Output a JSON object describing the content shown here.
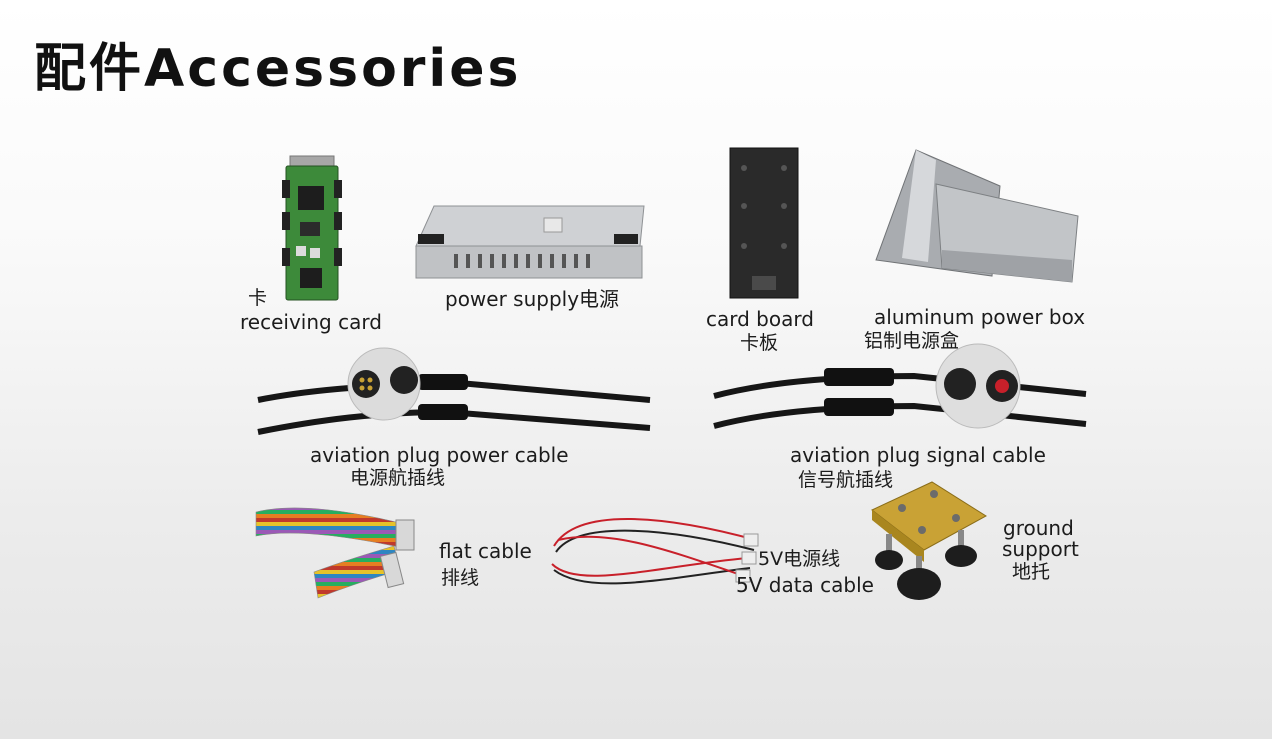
{
  "title": "配件Accessories",
  "items": {
    "receiving_card": {
      "cn": "卡",
      "en": "receiving card"
    },
    "power_supply": {
      "label": "power supply电源"
    },
    "card_board": {
      "en": "card board",
      "cn": "卡板"
    },
    "aluminum_power_box": {
      "en": "aluminum power box",
      "cn": "铝制电源盒"
    },
    "aviation_plug_power_cable": {
      "en": "aviation plug power cable",
      "cn": "电源航插线"
    },
    "aviation_plug_signal_cable": {
      "en": "aviation plug signal cable",
      "cn": "信号航插线"
    },
    "flat_cable": {
      "en": "flat cable",
      "cn": "排线"
    },
    "data_cable_5v": {
      "cn": "5V电源线",
      "en": "5V data cable"
    },
    "ground_support": {
      "en1": "ground",
      "en2": "support",
      "cn": "地托"
    }
  },
  "colors": {
    "pcb_green": "#3d8a3a",
    "metal_silver": "#b9bcbf",
    "cable_black": "#161616",
    "wire_red": "#c8202a",
    "brass": "#c9a235"
  }
}
